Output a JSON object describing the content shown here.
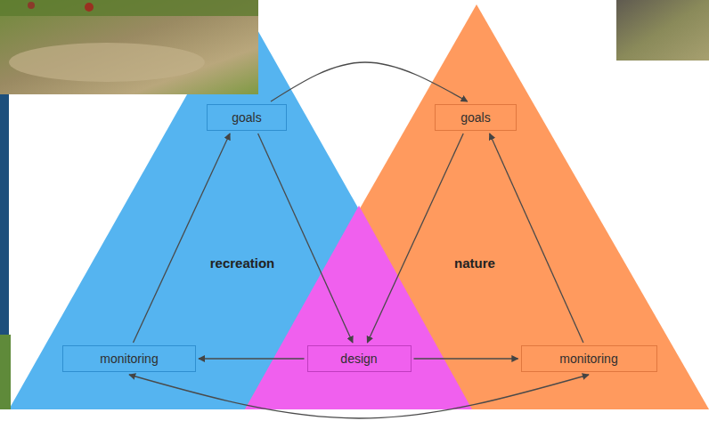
{
  "diagram": {
    "nodes": [
      {
        "text": [
          "goals"
        ]
      },
      {
        "text": [
          "goals"
        ]
      },
      {
        "text": [
          "monitoring"
        ]
      },
      {
        "text": [
          "design"
        ]
      },
      {
        "text": [
          "monitoring"
        ]
      }
    ],
    "edges": [
      {
        "from": 0,
        "to": 1,
        "arrow": "to"
      },
      {
        "from": 2,
        "to": 0,
        "arrow": "to"
      },
      {
        "from": 0,
        "to": 3,
        "arrow": "to"
      },
      {
        "from": 3,
        "to": 2,
        "arrow": "to"
      },
      {
        "from": 1,
        "to": 3,
        "arrow": "to"
      },
      {
        "from": 3,
        "to": 4,
        "arrow": "to"
      },
      {
        "from": 4,
        "to": 1,
        "arrow": "to"
      },
      {
        "from": 2,
        "to": 4,
        "arrow": "both"
      }
    ],
    "labels": [
      "recreation",
      "nature"
    ]
  }
}
